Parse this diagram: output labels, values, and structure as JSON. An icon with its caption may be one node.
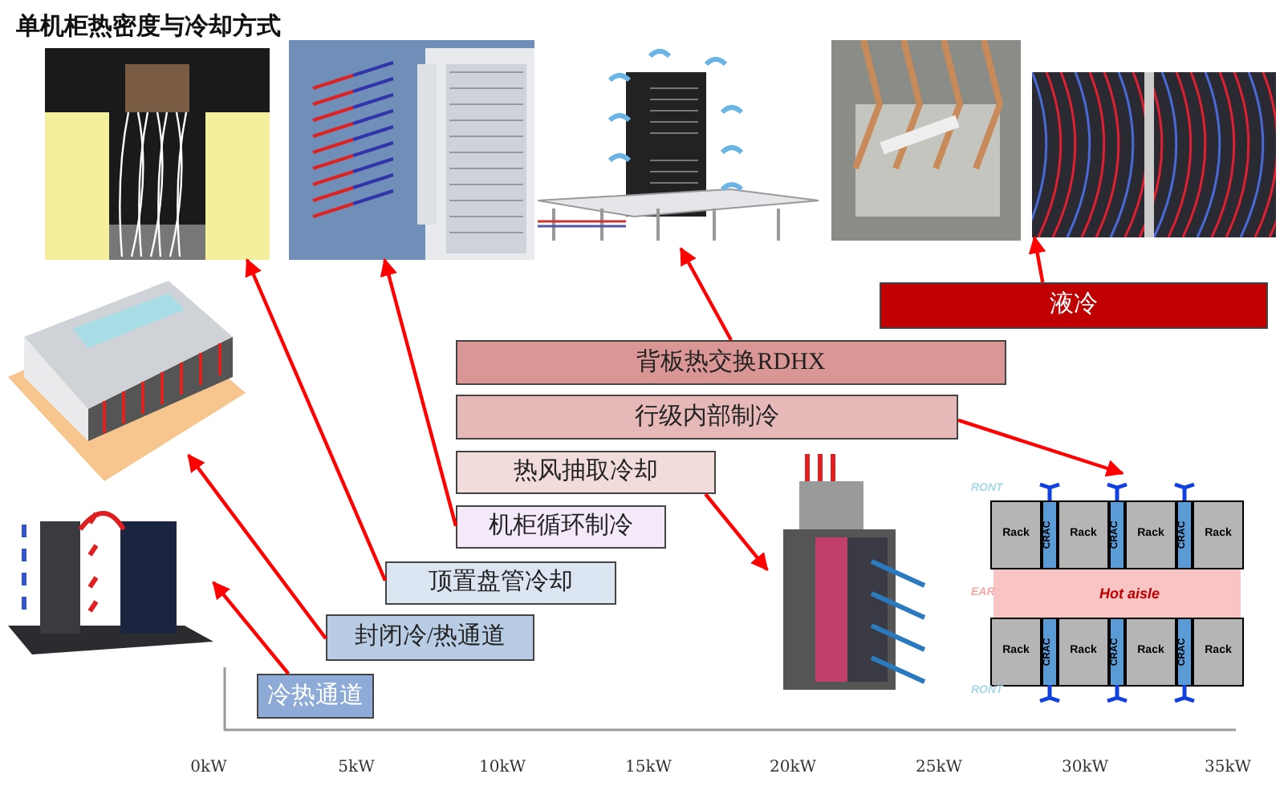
{
  "diagram": {
    "title": "单机柜热密度与冷却方式",
    "nodes": [
      {
        "text": [],
        "shape": "picture"
      },
      {
        "text": [],
        "shape": "picture"
      },
      {
        "text": [],
        "shape": "picture"
      },
      {
        "text": [],
        "shape": "picture"
      },
      {
        "text": [],
        "shape": "picture"
      },
      {
        "text": [
          "液冷"
        ]
      },
      {
        "text": [],
        "shape": "picture"
      },
      {
        "text": [
          "背板热交换RDHX"
        ]
      },
      {
        "text": [
          "行级内部制冷"
        ]
      },
      {
        "text": [
          "热风抽取冷却"
        ]
      },
      {
        "text": [],
        "shape": "picture"
      },
      {
        "text": [],
        "shape": "picture"
      },
      {
        "text": [
          "机柜循环制冷"
        ]
      },
      {
        "text": [
          "顶置盘管冷却"
        ]
      },
      {
        "text": [],
        "shape": "picture"
      },
      {
        "text": [
          "封闭冷/热通道"
        ]
      },
      {
        "text": [
          "冷热通道"
        ]
      }
    ],
    "edges": [
      {
        "from": 16,
        "to": 14,
        "arrow": "to"
      },
      {
        "from": 15,
        "to": 6,
        "arrow": "to"
      },
      {
        "from": 13,
        "to": 0,
        "arrow": "to"
      },
      {
        "from": 12,
        "to": 1,
        "arrow": "to"
      },
      {
        "from": 9,
        "to": 10,
        "arrow": "to"
      },
      {
        "from": 8,
        "to": 11,
        "arrow": "to"
      },
      {
        "from": 7,
        "to": 2,
        "arrow": "to"
      },
      {
        "from": 5,
        "to": 4,
        "arrow": "to"
      }
    ],
    "labels": [
      "RONT",
      "Rack",
      "CRAC",
      "Rack",
      "CRAC",
      "Rack",
      "CRAC",
      "Rack",
      "EAR",
      "Hot aisle",
      "Rack",
      "CRAC",
      "Rack",
      "CRAC",
      "Rack",
      "CRAC",
      "Rack",
      "RONT",
      "0kW",
      "5kW",
      "10kW",
      "15kW",
      "20kW",
      "25kW",
      "30kW",
      "35kW"
    ]
  }
}
